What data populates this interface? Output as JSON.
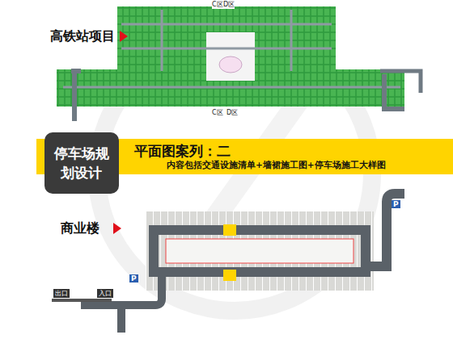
{
  "diagram": {
    "nodes": [
      {
        "text": [
          "停车场规划设计"
        ]
      },
      {
        "text": [
          "平面图案列：二",
          "内容包括交通设施清单+墙裙施工图+停车场施工大样图"
        ]
      }
    ],
    "labels": [
      "高铁站项目",
      "商业楼",
      "C区",
      "D区",
      "C区",
      "D区",
      "出口",
      "入口",
      "P",
      "P"
    ]
  }
}
